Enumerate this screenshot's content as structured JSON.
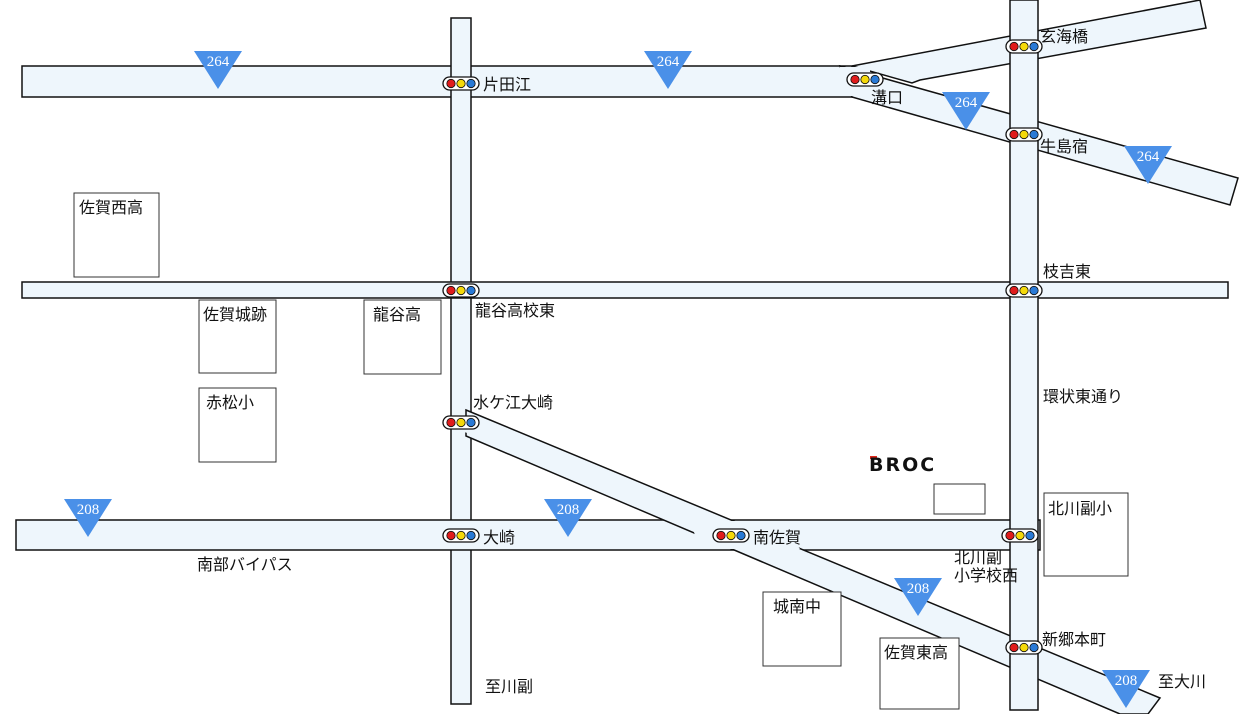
{
  "colors": {
    "road_fill": "#eef6fc",
    "road_edge": "#111111",
    "route_marker": "#4a90e8",
    "signal_red": "#e01c1c",
    "signal_yellow": "#f5d90a",
    "signal_blue": "#2a7ad6",
    "logo_accent": "#e0281c"
  },
  "intersections": {
    "katadae": "片田江",
    "mizo": "溝口",
    "genkaibashi": "玄海橋",
    "ushijimashuku": "牛島宿",
    "edayoshi_east": "枝吉東",
    "ryukoku_east": "龍谷高校東",
    "mizukae_osaki": "水ケ江大崎",
    "osaki": "大崎",
    "minami_saga": "南佐賀",
    "kitagawazoe_west_1": "北川副",
    "kitagawazoe_west_2": "小学校西",
    "shingo_honmachi": "新郷本町"
  },
  "roads": {
    "ring_east": "環状東通り",
    "south_bypass": "南部バイパス",
    "to_kawazoe": "至川副",
    "to_okawa": "至大川"
  },
  "landmarks": {
    "saga_nishi": "佐賀西高",
    "saga_castle": "佐賀城跡",
    "ryukoku": "龍谷高",
    "akamatsu": "赤松小",
    "kitagawazoe": "北川副小",
    "jonan": "城南中",
    "saga_higashi": "佐賀東高"
  },
  "routes": {
    "r264": "264",
    "r208": "208"
  },
  "logo": {
    "text": "BROC"
  }
}
